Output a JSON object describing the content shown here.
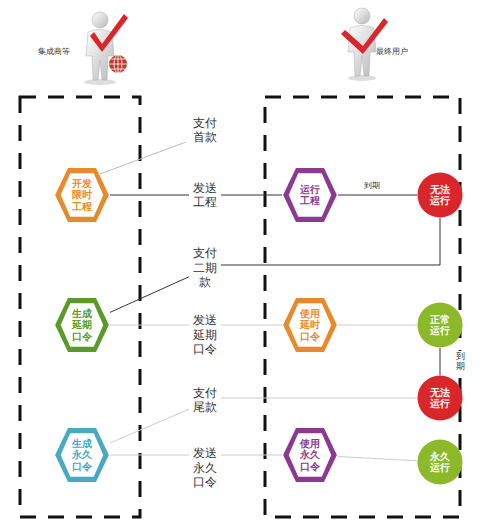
{
  "diagram": {
    "nodes": [
      {
        "text": [
          "开发 限时 工程"
        ]
      },
      {
        "text": [
          "运行 工程"
        ]
      },
      {
        "text": [
          "无法 运行"
        ]
      },
      {
        "text": [
          "生成 延期 口令"
        ]
      },
      {
        "text": [
          "使用 延时 口令"
        ]
      },
      {
        "text": [
          "正常 运行"
        ]
      },
      {
        "text": [
          "无法 运行"
        ]
      },
      {
        "text": [
          "生成 永久 口令"
        ]
      },
      {
        "text": [
          "使用 永久 口令"
        ]
      },
      {
        "text": [
          "永久 运行"
        ]
      }
    ],
    "edges": [
      {
        "from": 0,
        "to": 1,
        "arrow": "none",
        "label": "发送 工程"
      },
      {
        "from": 1,
        "to": 2,
        "arrow": "none",
        "label": "到期"
      },
      {
        "from": 2,
        "to": 3,
        "arrow": "none",
        "label": "支付 二期 款"
      },
      {
        "from": 3,
        "to": 4,
        "arrow": "none",
        "label": "发送 延期 口令"
      },
      {
        "from": 4,
        "to": 5,
        "arrow": "none"
      },
      {
        "from": 5,
        "to": 6,
        "arrow": "none",
        "label": "到期"
      },
      {
        "from": 6,
        "to": 7,
        "arrow": "none",
        "label": "支付 尾款"
      },
      {
        "from": 7,
        "to": 8,
        "arrow": "none",
        "label": "发送 永久 口令"
      },
      {
        "from": 8,
        "to": 9,
        "arrow": "none"
      }
    ],
    "labels": [
      "集成商等",
      "最终用户",
      "支付 首款"
    ]
  }
}
